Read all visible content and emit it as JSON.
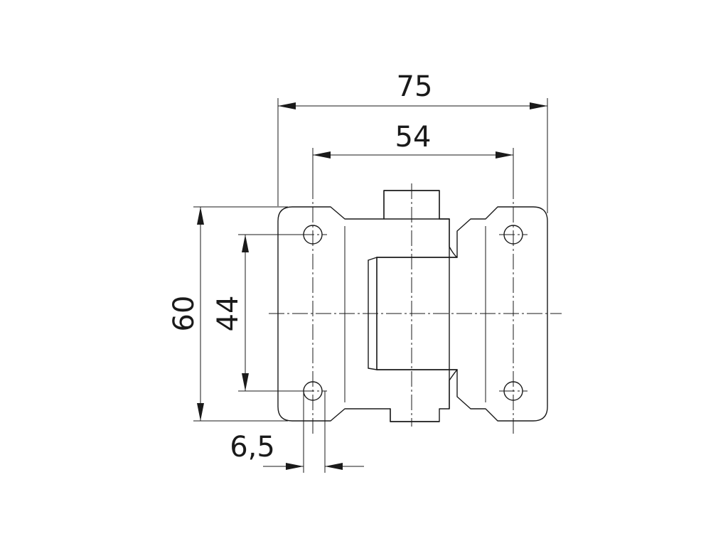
{
  "dimensions": {
    "overall_width": "75",
    "hole_spacing": "54",
    "overall_height": "60",
    "hole_vertical_spacing": "44",
    "hole_diameter": "6,5"
  },
  "colors": {
    "line": "#1a1a1a",
    "background": "#ffffff"
  }
}
